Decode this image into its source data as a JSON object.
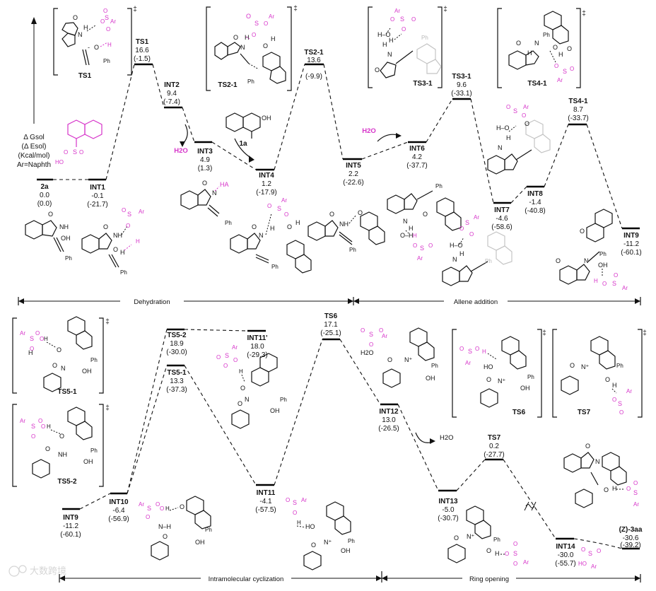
{
  "axis": {
    "line1": "Δ Gsol",
    "line2": "(Δ Esol)",
    "line3": "(Kcal/mol)",
    "line4": "Ar=Naphth"
  },
  "top_levels": [
    {
      "id": "lv-2a",
      "label": "2a",
      "g": "0.0",
      "e": "(0.0)"
    },
    {
      "id": "lv-int1",
      "label": "INT1",
      "g": "-0.1",
      "e": "(-21.7)"
    },
    {
      "id": "lv-ts1",
      "label": "TS1",
      "g": "16.6",
      "e": "(-1.5)"
    },
    {
      "id": "lv-int2",
      "label": "INT2",
      "g": "9.4",
      "e": "(-7.4)"
    },
    {
      "id": "lv-int3",
      "label": "INT3",
      "g": "4.9",
      "e": "(1.3)"
    },
    {
      "id": "lv-int4",
      "label": "INT4",
      "g": "1.2",
      "e": "(-17.9)"
    },
    {
      "id": "lv-ts21",
      "label": "TS2-1",
      "g": "13.6",
      "e": "(-9.9)"
    },
    {
      "id": "lv-int5",
      "label": "INT5",
      "g": "2.2",
      "e": "(-22.6)"
    },
    {
      "id": "lv-int6",
      "label": "INT6",
      "g": "4.2",
      "e": "(-37.7)"
    },
    {
      "id": "lv-ts31",
      "label": "TS3-1",
      "g": "9.6",
      "e": "(-33.1)"
    },
    {
      "id": "lv-int7",
      "label": "INT7",
      "g": "-4.6",
      "e": "(-58.6)"
    },
    {
      "id": "lv-int8",
      "label": "INT8",
      "g": "-1.4",
      "e": "(-40.8)"
    },
    {
      "id": "lv-ts41",
      "label": "TS4-1",
      "g": "8.7",
      "e": "(-33.7)"
    },
    {
      "id": "lv-int9",
      "label": "INT9",
      "g": "-11.2",
      "e": "(-60.1)"
    }
  ],
  "bottom_levels": [
    {
      "id": "lv-int9b",
      "label": "INT9",
      "g": "-11.2",
      "e": "(-60.1)"
    },
    {
      "id": "lv-int10",
      "label": "INT10",
      "g": "-6.4",
      "e": "(-56.9)"
    },
    {
      "id": "lv-ts52",
      "label": "TS5-2",
      "g": "18.9",
      "e": "(-30.0)"
    },
    {
      "id": "lv-ts51",
      "label": "TS5-1",
      "g": "13.3",
      "e": "(-37.3)"
    },
    {
      "id": "lv-int11p",
      "label": "INT11'",
      "g": "18.0",
      "e": "(-29.3)"
    },
    {
      "id": "lv-int11",
      "label": "INT11",
      "g": "-4.1",
      "e": "(-57.5)"
    },
    {
      "id": "lv-ts6",
      "label": "TS6",
      "g": "17.1",
      "e": "(-25.1)"
    },
    {
      "id": "lv-int12",
      "label": "INT12",
      "g": "13.0",
      "e": "(-26.5)"
    },
    {
      "id": "lv-int13",
      "label": "INT13",
      "g": "-5.0",
      "e": "(-30.7)"
    },
    {
      "id": "lv-ts7",
      "label": "TS7",
      "g": "0.2",
      "e": "(-27.7)"
    },
    {
      "id": "lv-int14",
      "label": "INT14",
      "g": "-30.0",
      "e": "(-55.7)"
    },
    {
      "id": "lv-3aa",
      "label": "(Z)-3aa",
      "g": "-30.6",
      "e": "(-39.2)"
    }
  ],
  "boxes": {
    "ts1": "TS1",
    "ts21": "TS2-1",
    "ts31": "TS3-1",
    "ts41": "TS4-1",
    "ts51": "TS5-1",
    "ts52": "TS5-2",
    "ts6": "TS6",
    "ts7": "TS7"
  },
  "species": {
    "h2o": "H2O",
    "reagent_1a": "1a"
  },
  "sections": {
    "dehydration": "Dehydration",
    "allene": "Allene addition",
    "cyclization": "Intramolecular cyclization",
    "ring": "Ring opening"
  },
  "atoms": {
    "O": "O",
    "N": "N",
    "H": "H",
    "NH": "NH",
    "N_H": "N–H",
    "OH": "OH",
    "HO": "HO",
    "H_O": "H–O",
    "O_H": "O–H",
    "Ph": "Ph",
    "S": "S",
    "Ar": "Ar",
    "HA": "HA",
    "Nplus": "N⁺",
    "ddagger": "‡",
    "minus": "-"
  },
  "watermark": "大数跨境"
}
